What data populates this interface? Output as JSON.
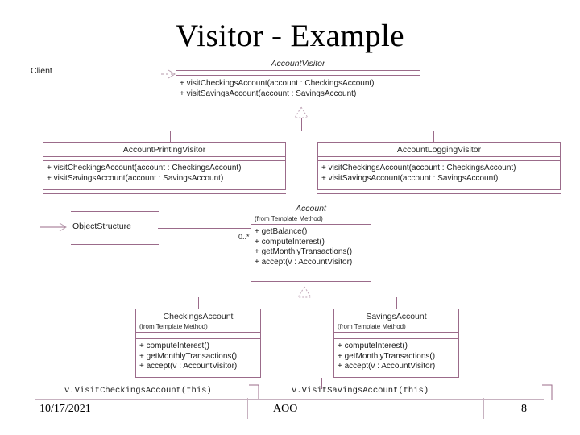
{
  "slide": {
    "title": "Visitor - Example"
  },
  "labels": {
    "client": "Client"
  },
  "classes": {
    "account_visitor": {
      "name": "AccountVisitor",
      "abstract": true,
      "operations": [
        "+ visitCheckingsAccount(account : CheckingsAccount)",
        "+ visitSavingsAccount(account : SavingsAccount)"
      ]
    },
    "account_printing_visitor": {
      "name": "AccountPrintingVisitor",
      "abstract": false,
      "operations": [
        "+ visitCheckingsAccount(account : CheckingsAccount)",
        "+ visitSavingsAccount(account : SavingsAccount)"
      ]
    },
    "account_logging_visitor": {
      "name": "AccountLoggingVisitor",
      "abstract": false,
      "operations": [
        "+ visitCheckingsAccount(account : CheckingsAccount)",
        "+ visitSavingsAccount(account : SavingsAccount)"
      ]
    },
    "account": {
      "name": "Account",
      "abstract": true,
      "stereotype": "(from Template Method)",
      "operations": [
        "+ getBalance()",
        "+ computeInterest()",
        "+ getMonthlyTransactions()",
        "+ accept(v : AccountVisitor)"
      ]
    },
    "checkings_account": {
      "name": "CheckingsAccount",
      "abstract": false,
      "stereotype": "(from Template Method)",
      "operations": [
        "+ computeInterest()",
        "+ getMonthlyTransactions()",
        "+ accept(v : AccountVisitor)"
      ]
    },
    "savings_account": {
      "name": "SavingsAccount",
      "abstract": false,
      "stereotype": "(from Template Method)",
      "operations": [
        "+ computeInterest()",
        "+ getMonthlyTransactions()",
        "+ accept(v : AccountVisitor)"
      ]
    }
  },
  "object_structure": {
    "name": "ObjectStructure"
  },
  "associations": {
    "account_multiplicity": "0..*"
  },
  "notes": {
    "checkings_note": "v.VisitCheckingsAccount(this)",
    "savings_note": "v.VisitSavingsAccount(this)"
  },
  "footer": {
    "date": "10/17/2021",
    "center": "AOO",
    "page": "8"
  },
  "colors": {
    "line": "#9b6b8a",
    "text": "#1c1c1c",
    "title": "#000000",
    "footer_rule": "#c7b2c0"
  }
}
